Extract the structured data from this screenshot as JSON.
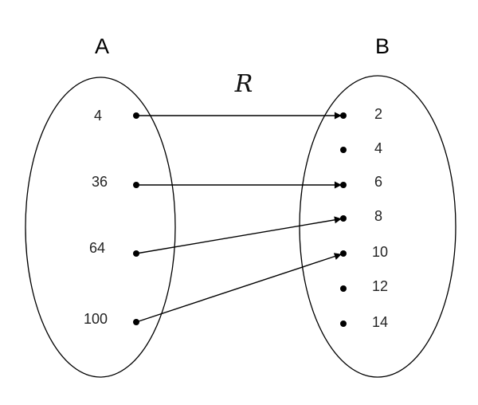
{
  "relation_label": "R",
  "set_a": {
    "label": "A",
    "elements": [
      "4",
      "36",
      "64",
      "100"
    ]
  },
  "set_b": {
    "label": "B",
    "elements": [
      "2",
      "4",
      "6",
      "8",
      "10",
      "12",
      "14"
    ]
  },
  "mappings": [
    {
      "from": "4",
      "to": "2"
    },
    {
      "from": "36",
      "to": "6"
    },
    {
      "from": "64",
      "to": "8"
    },
    {
      "from": "100",
      "to": "10"
    }
  ]
}
